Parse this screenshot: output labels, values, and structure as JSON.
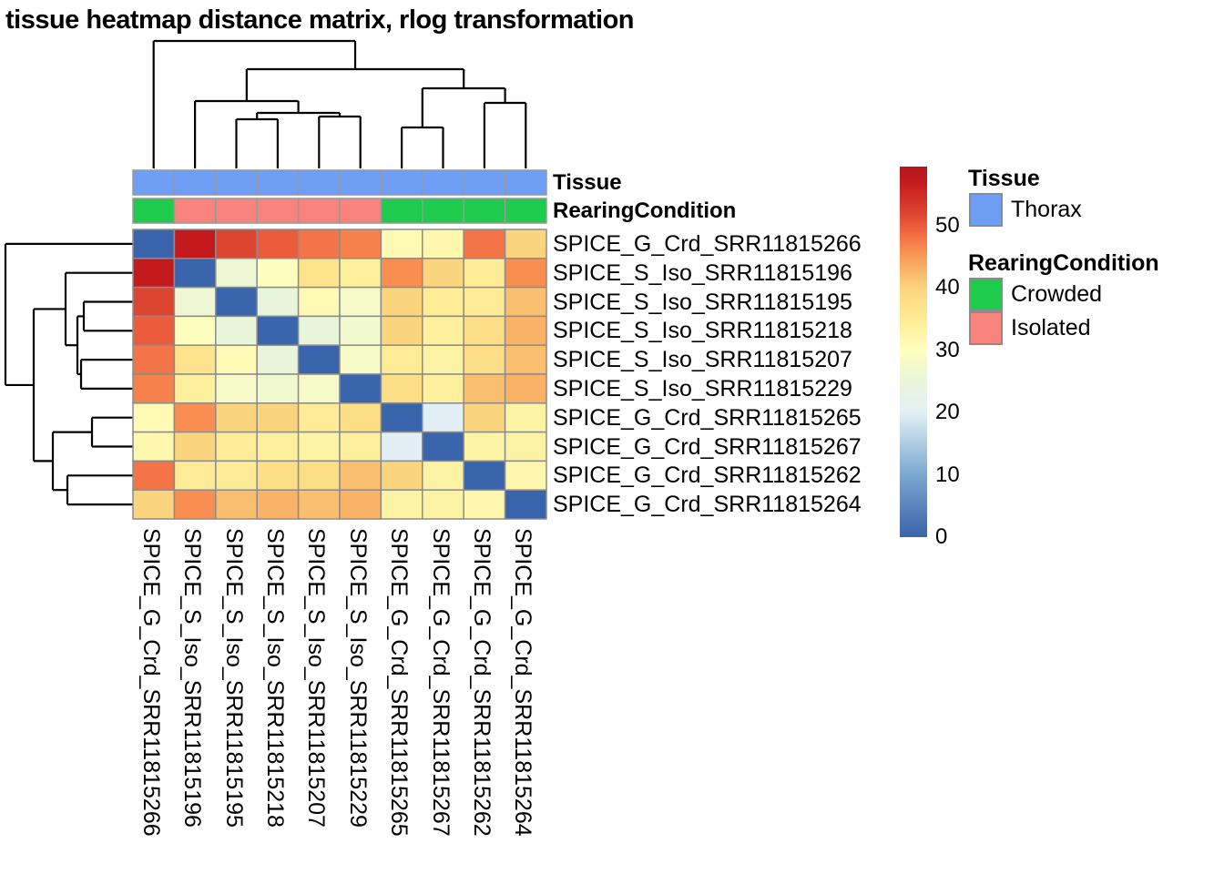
{
  "title": "tissue heatmap distance matrix, rlog transformation",
  "annotation_rows": [
    {
      "label": "Tissue",
      "values": [
        "Thorax",
        "Thorax",
        "Thorax",
        "Thorax",
        "Thorax",
        "Thorax",
        "Thorax",
        "Thorax",
        "Thorax",
        "Thorax"
      ]
    },
    {
      "label": "RearingCondition",
      "values": [
        "Crowded",
        "Isolated",
        "Isolated",
        "Isolated",
        "Isolated",
        "Isolated",
        "Crowded",
        "Crowded",
        "Crowded",
        "Crowded"
      ]
    }
  ],
  "annotation_colors": {
    "Thorax": "#6F9FF4",
    "Crowded": "#1FCB4C",
    "Isolated": "#F8837C"
  },
  "legend": {
    "tissue_title": "Tissue",
    "tissue_items": [
      {
        "label": "Thorax",
        "color": "#6F9FF4"
      }
    ],
    "rearing_title": "RearingCondition",
    "rearing_items": [
      {
        "label": "Crowded",
        "color": "#1FCB4C"
      },
      {
        "label": "Isolated",
        "color": "#F8837C"
      }
    ],
    "colorbar_ticks": [
      0,
      10,
      20,
      30,
      40,
      50
    ]
  },
  "chart_data": {
    "type": "heatmap",
    "title": "tissue heatmap distance matrix, rlog transformation",
    "rows": [
      "SPICE_G_Crd_SRR11815266",
      "SPICE_S_Iso_SRR11815196",
      "SPICE_S_Iso_SRR11815195",
      "SPICE_S_Iso_SRR11815218",
      "SPICE_S_Iso_SRR11815207",
      "SPICE_S_Iso_SRR11815229",
      "SPICE_G_Crd_SRR11815265",
      "SPICE_G_Crd_SRR11815267",
      "SPICE_G_Crd_SRR11815262",
      "SPICE_G_Crd_SRR11815264"
    ],
    "columns": [
      "SPICE_G_Crd_SRR11815266",
      "SPICE_S_Iso_SRR11815196",
      "SPICE_S_Iso_SRR11815195",
      "SPICE_S_Iso_SRR11815218",
      "SPICE_S_Iso_SRR11815207",
      "SPICE_S_Iso_SRR11815229",
      "SPICE_G_Crd_SRR11815265",
      "SPICE_G_Crd_SRR11815267",
      "SPICE_G_Crd_SRR11815262",
      "SPICE_G_Crd_SRR11815264"
    ],
    "values": [
      [
        0,
        57,
        52,
        50,
        48,
        47,
        31,
        32,
        48,
        40
      ],
      [
        57,
        0,
        26,
        30,
        37,
        34,
        46,
        40,
        35,
        46
      ],
      [
        52,
        26,
        0,
        25,
        31,
        28,
        40,
        35,
        35,
        42
      ],
      [
        50,
        30,
        25,
        0,
        25,
        27,
        40,
        34,
        38,
        43
      ],
      [
        48,
        37,
        31,
        25,
        0,
        28,
        35,
        33,
        38,
        42
      ],
      [
        47,
        34,
        28,
        27,
        28,
        0,
        38,
        34,
        42,
        43
      ],
      [
        31,
        46,
        40,
        40,
        35,
        38,
        0,
        20,
        40,
        33
      ],
      [
        32,
        40,
        35,
        34,
        33,
        34,
        20,
        0,
        33,
        33
      ],
      [
        48,
        35,
        35,
        38,
        38,
        42,
        40,
        33,
        0,
        32
      ],
      [
        40,
        46,
        42,
        43,
        42,
        43,
        33,
        33,
        32,
        0
      ]
    ],
    "scale": {
      "min": 0,
      "max": 59.5,
      "ticks": [
        0,
        10,
        20,
        30,
        40,
        50
      ]
    },
    "colormap": [
      [
        0,
        "#3A64AB"
      ],
      [
        10,
        "#7BA7D1"
      ],
      [
        20,
        "#E2F0F5"
      ],
      [
        25,
        "#E9F5DA"
      ],
      [
        30,
        "#FEFEBE"
      ],
      [
        35,
        "#FDEC95"
      ],
      [
        40,
        "#FBD57E"
      ],
      [
        44,
        "#F9A85E"
      ],
      [
        47,
        "#F7814B"
      ],
      [
        50,
        "#EC5B3C"
      ],
      [
        52,
        "#DD4530"
      ],
      [
        57,
        "#C41A1E"
      ],
      [
        59.5,
        "#B5161F"
      ]
    ],
    "grid_color": "#8C8C8C",
    "dendrogram_color": "#000000",
    "col_dendrogram": {
      "h": 140,
      "c": [
        0,
        {
          "h": 109,
          "c": [
            {
              "h": 74,
              "c": [
                1,
                {
                  "h": 61,
                  "c": [
                    {
                      "h": 54,
                      "c": [
                        2,
                        3
                      ]
                    },
                    {
                      "h": 57,
                      "c": [
                        4,
                        5
                      ]
                    }
                  ]
                }
              ]
            },
            {
              "h": 88,
              "c": [
                {
                  "h": 45,
                  "c": [
                    6,
                    7
                  ]
                },
                {
                  "h": 72,
                  "c": [
                    8,
                    9
                  ]
                }
              ]
            }
          ]
        }
      ]
    },
    "row_dendrogram": {
      "h": 140,
      "c": [
        0,
        {
          "h": 109,
          "c": [
            {
              "h": 74,
              "c": [
                1,
                {
                  "h": 61,
                  "c": [
                    {
                      "h": 54,
                      "c": [
                        2,
                        3
                      ]
                    },
                    {
                      "h": 57,
                      "c": [
                        4,
                        5
                      ]
                    }
                  ]
                }
              ]
            },
            {
              "h": 88,
              "c": [
                {
                  "h": 45,
                  "c": [
                    6,
                    7
                  ]
                },
                {
                  "h": 72,
                  "c": [
                    8,
                    9
                  ]
                }
              ]
            }
          ]
        }
      ]
    },
    "legend_position": "right",
    "grid": true
  }
}
